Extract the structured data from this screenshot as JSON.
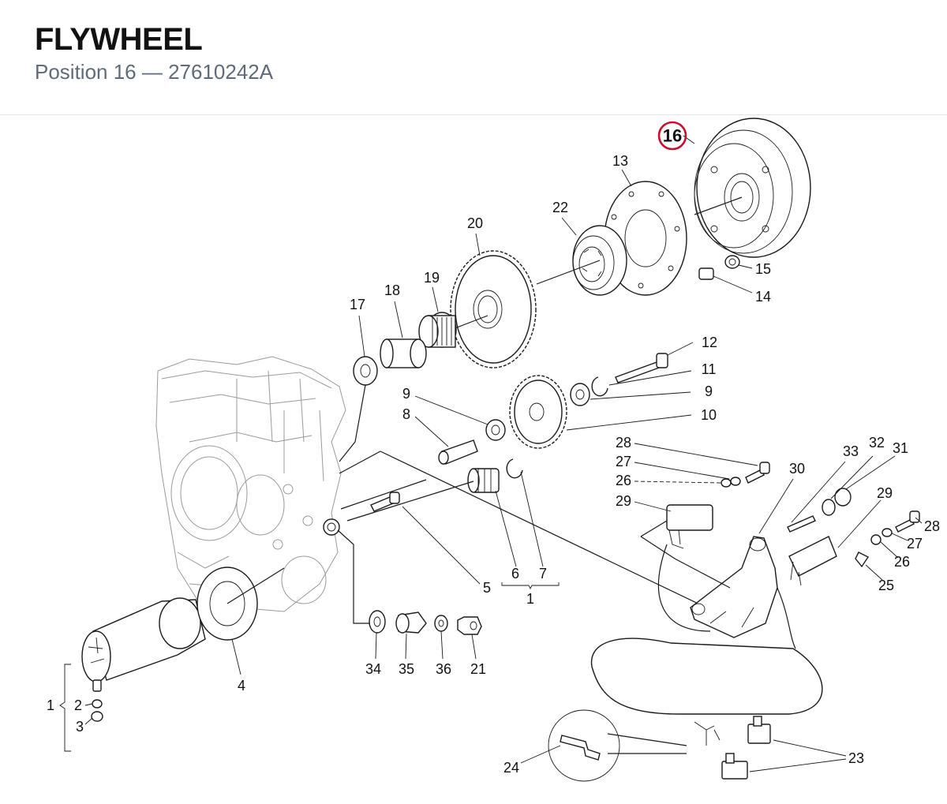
{
  "header": {
    "title": "FLYWHEEL",
    "subtitle": "Position 16 — 27610242A"
  },
  "highlight": {
    "label": "16",
    "color": "#c8102e"
  },
  "labels": {
    "p13": "13",
    "p15": "15",
    "p14": "14",
    "p20": "20",
    "p22": "22",
    "p19": "19",
    "p18": "18",
    "p17": "17",
    "p12": "12",
    "p11": "11",
    "p9a": "9",
    "p9b": "9",
    "p10": "10",
    "p8": "8",
    "p28a": "28",
    "p27a": "27",
    "p26a": "26",
    "p29a": "29",
    "p30": "30",
    "p33": "33",
    "p32": "32",
    "p31": "31",
    "p29b": "29",
    "p28b": "28",
    "p27b": "27",
    "p26b": "26",
    "p25": "25",
    "p5": "5",
    "p6": "6",
    "p7": "7",
    "p1a": "1",
    "p1b": "1",
    "p2": "2",
    "p3": "3",
    "p4": "4",
    "p34": "34",
    "p35": "35",
    "p36": "36",
    "p21": "21",
    "p24": "24",
    "p23": "23"
  }
}
